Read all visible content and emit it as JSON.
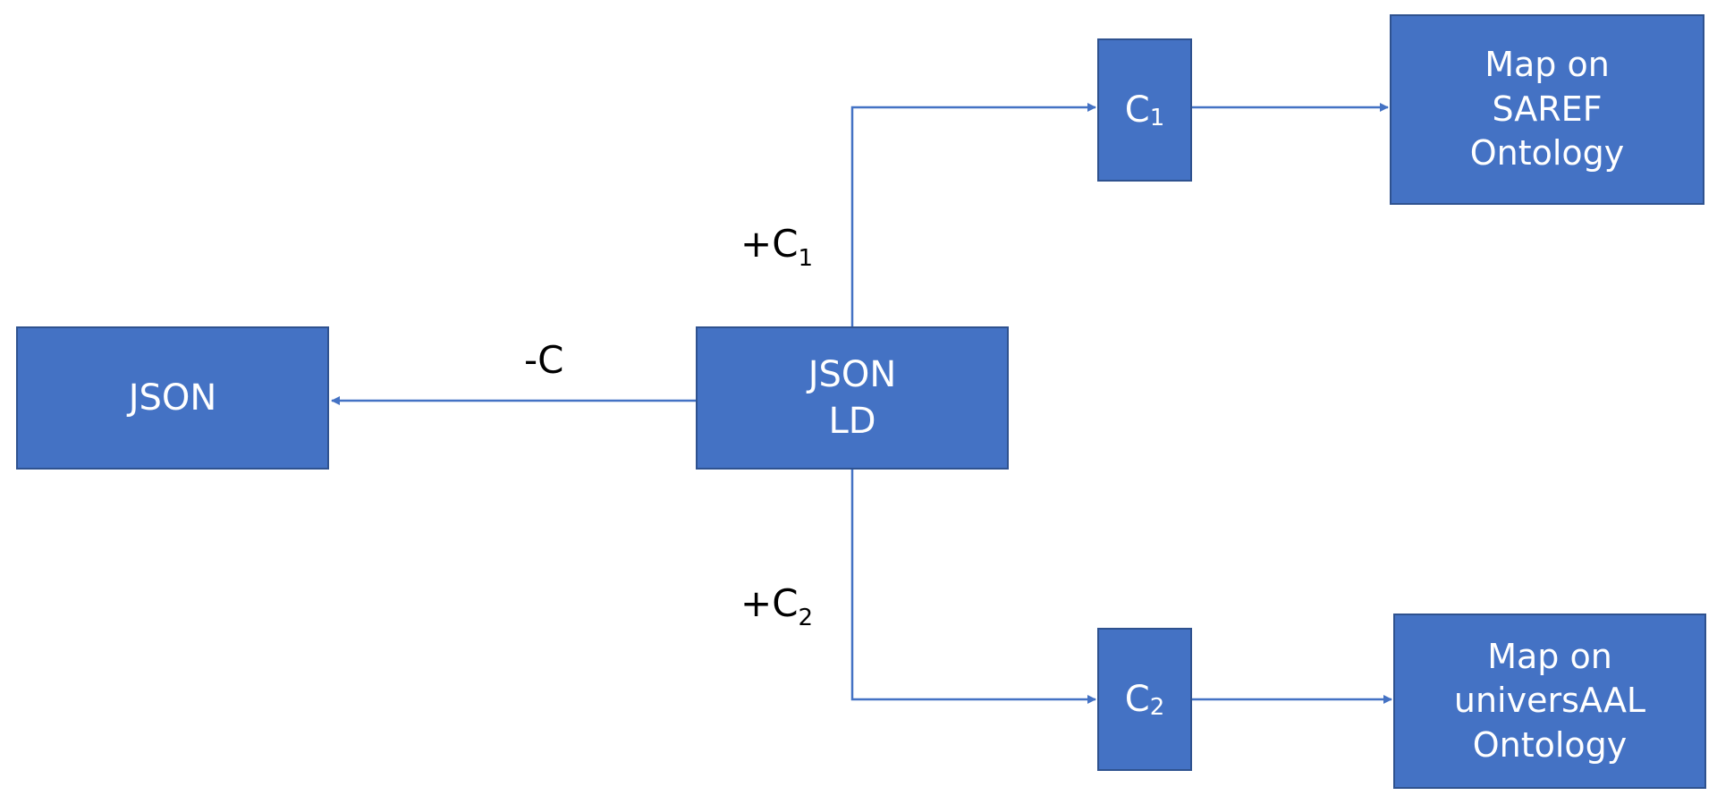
{
  "colors": {
    "box_fill": "#4472C4",
    "box_border": "#2F528F",
    "connector": "#4472C4",
    "text_on_box": "#ffffff",
    "label_text": "#000000"
  },
  "nodes": {
    "json": {
      "lines": [
        "JSON"
      ]
    },
    "json_ld": {
      "lines": [
        "JSON",
        "LD"
      ]
    },
    "c1": {
      "base": "C",
      "sub": "1"
    },
    "c2": {
      "base": "C",
      "sub": "2"
    },
    "saref": {
      "lines": [
        "Map on",
        "SAREF",
        "Ontology"
      ]
    },
    "universaal": {
      "lines": [
        "Map on",
        "universAAL",
        "Ontology"
      ]
    }
  },
  "edges": {
    "minus_c": {
      "label": "-C"
    },
    "plus_c1": {
      "prefix": "+C",
      "sub": "1"
    },
    "plus_c2": {
      "prefix": "+C",
      "sub": "2"
    }
  }
}
